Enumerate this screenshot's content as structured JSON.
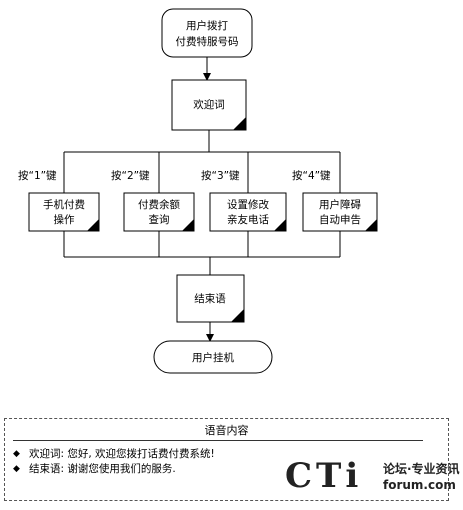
{
  "flowchart": {
    "start_line1": "用户拨打",
    "start_line2": "付费特服号码",
    "welcome": "欢迎词",
    "branches": [
      {
        "key_label": "按“1”键",
        "line1": "手机付费",
        "line2": "操作"
      },
      {
        "key_label": "按“2”键",
        "line1": "付费余额",
        "line2": "查询"
      },
      {
        "key_label": "按“3”键",
        "line1": "设置修改",
        "line2": "亲友电话"
      },
      {
        "key_label": "按“4”键",
        "line1": "用户障碍",
        "line2": "自动申告"
      }
    ],
    "closing": "结束语",
    "end": "用户挂机"
  },
  "legend": {
    "title": "语音内容",
    "items": [
      {
        "bullet": "◆",
        "text": "欢迎词: 您好, 欢迎您拨打话费付费系统!"
      },
      {
        "bullet": "◆",
        "text": "结束语: 谢谢您使用我们的服务."
      }
    ]
  },
  "watermark": {
    "main": "CTi",
    "line1": "论坛·专业资讯",
    "line2": "forum.com"
  }
}
